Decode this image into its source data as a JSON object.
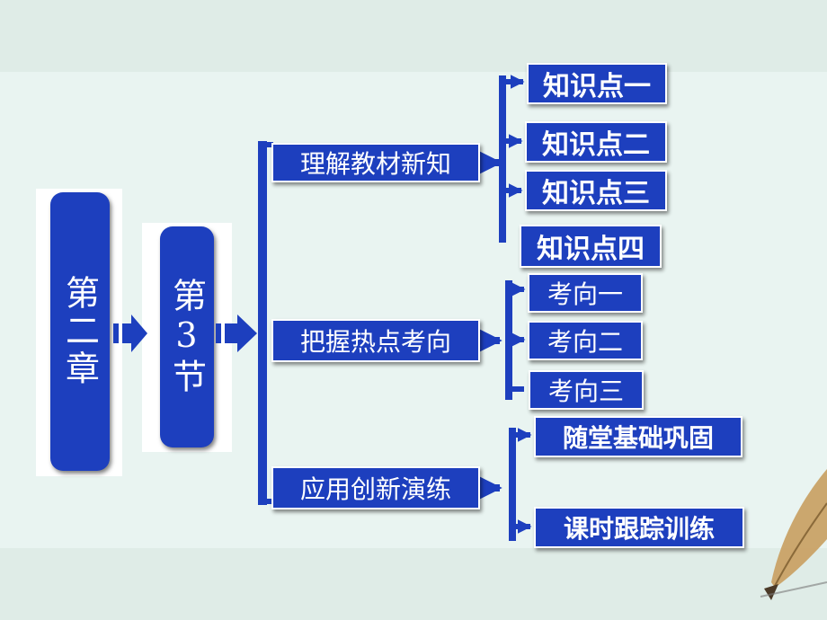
{
  "chapter": {
    "label": "第二章"
  },
  "section": {
    "label": "第3节"
  },
  "branches": [
    {
      "label": "理解教材新知",
      "items": [
        "知识点一",
        "知识点二",
        "知识点三",
        "知识点四"
      ]
    },
    {
      "label": "把握热点考向",
      "items": [
        "考向一",
        "考向二",
        "考向三"
      ]
    },
    {
      "label": "应用创新演练",
      "items": [
        "随堂基础巩固",
        "课时跟踪训练"
      ]
    }
  ],
  "colors": {
    "box": "#1d3fbe",
    "text": "#ffffff",
    "background": "#e9f4f1"
  }
}
